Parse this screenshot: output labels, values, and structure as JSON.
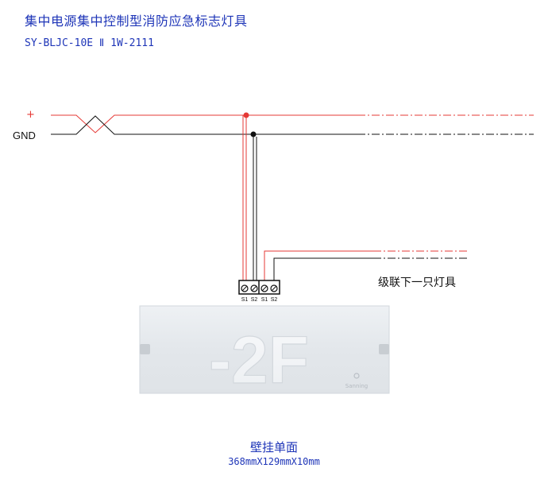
{
  "header": {
    "title": "集中电源集中控制型消防应急标志灯具",
    "model": "SY-BLJC-10E Ⅱ 1W-2111"
  },
  "wiring": {
    "plus_label": "+",
    "gnd_label": "GND",
    "cascade_label": "级联下一只灯具",
    "terminal_labels": [
      "S1",
      "S2",
      "S1",
      "S2"
    ],
    "colors": {
      "plus": "#e53935",
      "gnd": "#111111"
    }
  },
  "lamp": {
    "sign_text": "-2F",
    "brand": "Sanning"
  },
  "caption": {
    "mount": "壁挂单面",
    "dimensions": "368mmX129mmX10mm"
  }
}
